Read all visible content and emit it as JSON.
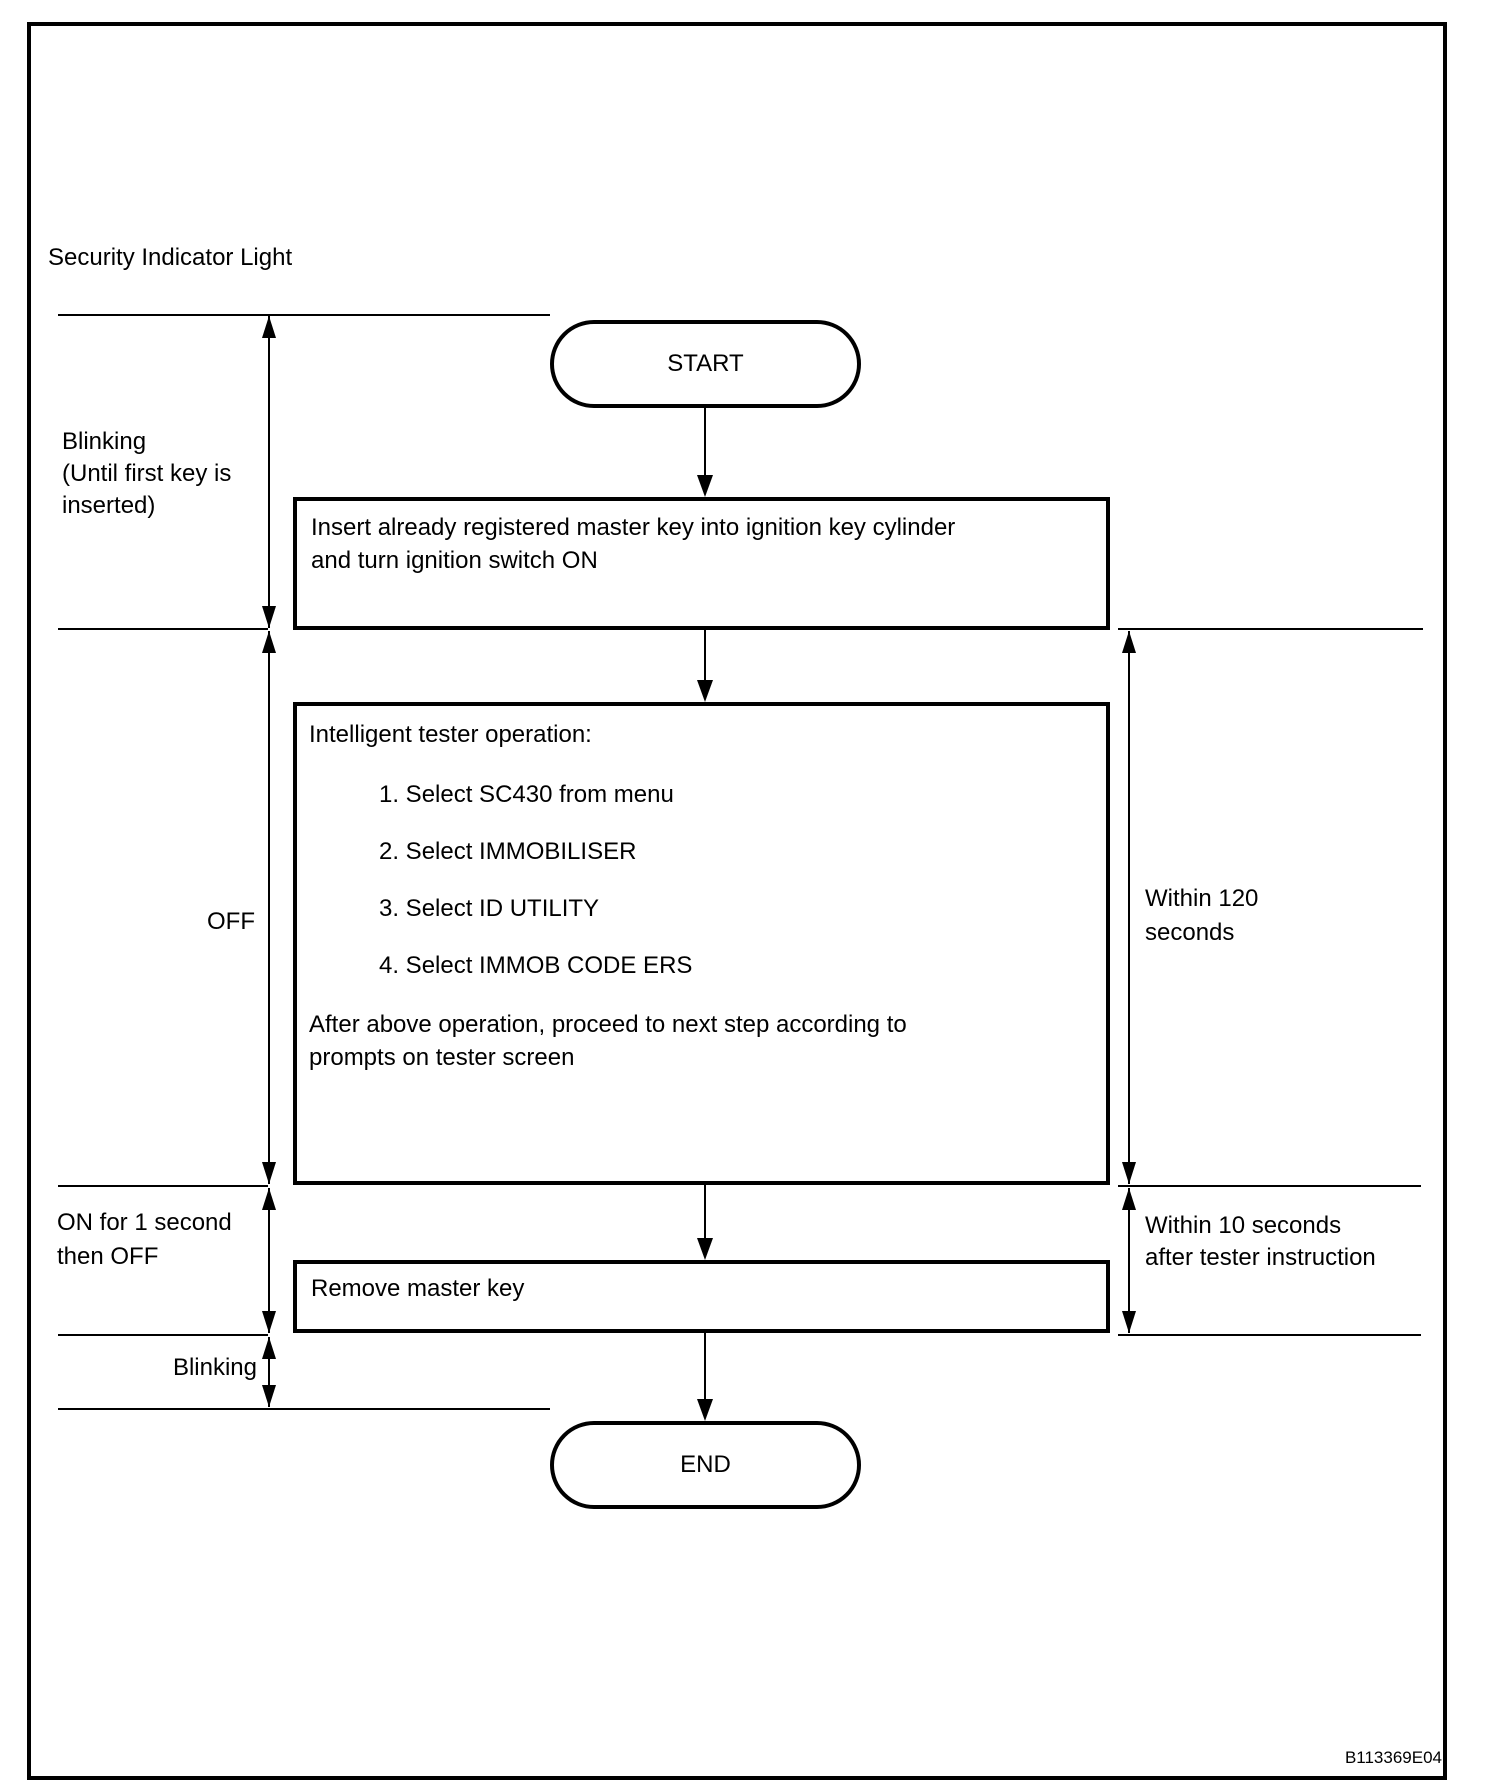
{
  "page": {
    "title": "Security Indicator Light",
    "ref_code": "B113369E04"
  },
  "colors": {
    "ink": "#000000",
    "paper": "#ffffff"
  },
  "flow": {
    "start_label": "START",
    "end_label": "END",
    "step1_lines": [
      "Insert already registered master key into ignition key cylinder",
      "and turn ignition switch ON"
    ],
    "tester": {
      "intro": "Intelligent tester operation:",
      "items": [
        "1. Select SC430 from menu",
        "2. Select IMMOBILISER",
        "3. Select ID UTILITY",
        "4. Select IMMOB CODE ERS"
      ],
      "outro_lines": [
        "After above operation, proceed to next step according to",
        "prompts on tester screen"
      ]
    },
    "step3_label": "Remove master key"
  },
  "timeline": {
    "blinking_first_lines": [
      "Blinking",
      "(Until first key is",
      "inserted)"
    ],
    "off_label": "OFF",
    "on_one_second_lines": [
      "ON for 1 second",
      "then OFF"
    ],
    "blinking_end_label": "Blinking"
  },
  "durations": {
    "within_120_lines": [
      "Within 120",
      "seconds"
    ],
    "within_10_lines": [
      "Within 10 seconds",
      "after tester instruction"
    ]
  }
}
